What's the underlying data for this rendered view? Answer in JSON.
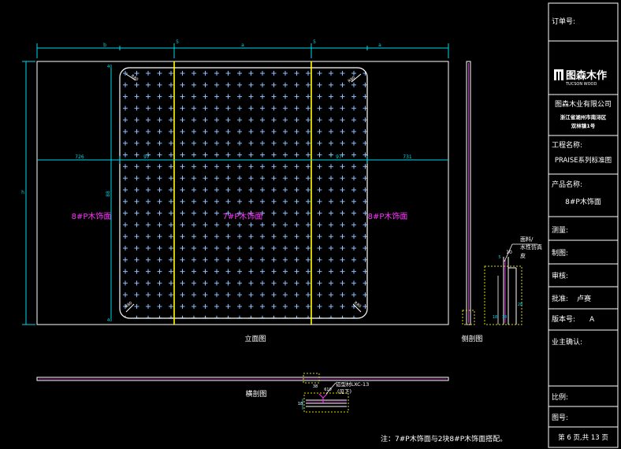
{
  "drawing": {
    "panel_left_label": "8#P木饰面",
    "panel_center_label": "7#P木饰面",
    "panel_right_label": "8#P木饰面",
    "view_elevation": "立面图",
    "view_side": "侧剖图",
    "view_cross": "横剖图",
    "note": "注：7#P木饰面与2块8#P木饰面搭配。",
    "dims": {
      "top_1": "b",
      "top_2": "5",
      "top_3": "a",
      "top_4": "5",
      "top_5": "a",
      "left_height": "h",
      "mid_left": "726",
      "mid_center_left": "97",
      "mid_center_right": "97",
      "mid_right": "731",
      "vertical_mid": "88",
      "corner_tl": "R80",
      "corner_tr": "R80",
      "corner_bl": "R80",
      "corner_br": "R80",
      "small_tl": "40",
      "small_bl": "40"
    },
    "side_detail": {
      "label_material_line1": "面料/",
      "label_material_line2": "水性仿真",
      "label_material_line3": "皮",
      "dim_top": "10",
      "dim_a": "5",
      "dim_b": "18",
      "dim_c": "28",
      "dim_d": "18"
    },
    "cross_detail": {
      "label_line1": "铝型材LXC-13",
      "label_line2": "(见下)",
      "dim_top": "38",
      "dim_mid": "610",
      "dim_side": "18"
    }
  },
  "title_block": {
    "order_no_label": "订单号:",
    "logo_text": "图森木作",
    "logo_sub": "TUCSON WOOD",
    "company": "图森木业有限公司",
    "address_line1": "浙江省湖州市南浔区",
    "address_line2": "双林镇1号",
    "project_label": "工程名称:",
    "project_value": "PRAISE系列标准图",
    "product_label": "产品名称:",
    "product_value": "8#P木饰面",
    "measure_label": "测量:",
    "draw_label": "制图:",
    "review_label": "审核:",
    "approve_label": "批准:",
    "approve_value": "卢赛",
    "version_label": "版本号:",
    "version_value": "A",
    "owner_label": "业主确认:",
    "scale_label": "比例:",
    "drawing_no_label": "图号:",
    "page_label": "第 6 页,共 13 页"
  },
  "colors": {
    "background": "#000000",
    "outline": "#ffffff",
    "dimension": "#00d8e8",
    "label": "#ff33ff",
    "seam": "#ffff00",
    "pattern": "#8fbfff",
    "detail_yellow": "#d8d800",
    "detail_green": "#00ff66"
  }
}
